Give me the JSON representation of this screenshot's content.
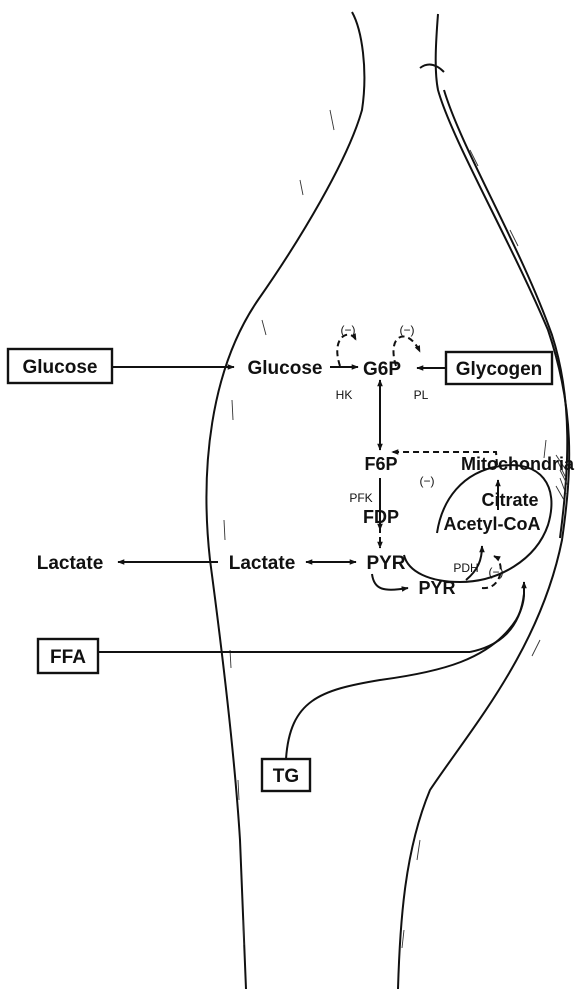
{
  "labels": {
    "glucose_outside": "Glucose",
    "glucose_inside": "Glucose",
    "g6p": "G6P",
    "glycogen": "Glycogen",
    "hk": "HK",
    "pl": "PL",
    "neg_hk": "(−)",
    "neg_pl": "(−)",
    "f6p": "F6P",
    "mitochondria": "Mitochondria",
    "pfk": "PFK",
    "neg_pfk": "(−)",
    "citrate": "Citrate",
    "fdp": "FDP",
    "acetyl_coa": "Acetyl-CoA",
    "lactate_outside": "Lactate",
    "lactate_inside": "Lactate",
    "pyr": "PYR",
    "pdh": "PDH",
    "neg_pdh": "(−)",
    "pyr_mito": "PYR",
    "ffa": "FFA",
    "tg": "TG"
  }
}
